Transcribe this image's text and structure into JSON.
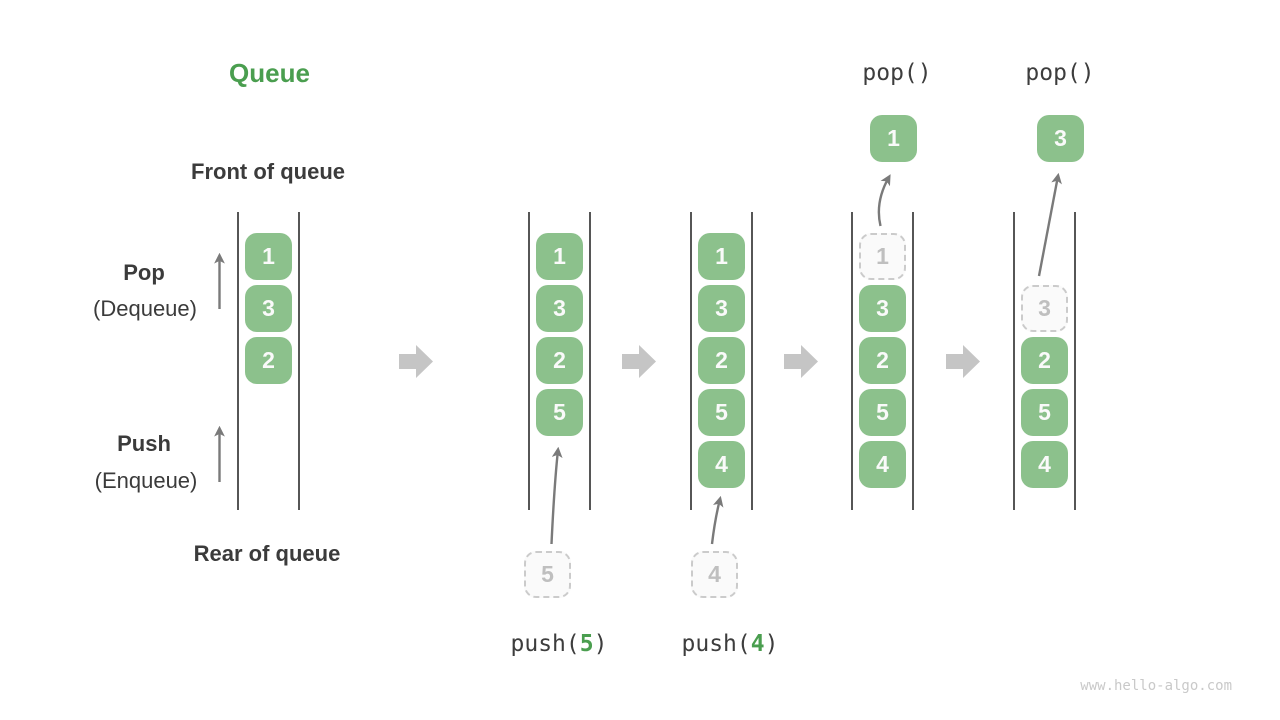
{
  "title": "Queue",
  "labels": {
    "front": "Front of queue",
    "rear": "Rear of queue",
    "pop_op": "Pop",
    "pop_sub": "(Dequeue)",
    "push_op": "Push",
    "push_sub": "(Enqueue)"
  },
  "states": [
    {
      "items": [
        "1",
        "3",
        "2"
      ]
    },
    {
      "items": [
        "1",
        "3",
        "2",
        "5"
      ],
      "incoming_value": "5",
      "op": {
        "prefix": "push(",
        "arg": "5",
        "suffix": ")"
      }
    },
    {
      "items": [
        "1",
        "3",
        "2",
        "5",
        "4"
      ],
      "incoming_value": "4",
      "op": {
        "prefix": "push(",
        "arg": "4",
        "suffix": ")"
      }
    },
    {
      "items": [
        "3",
        "2",
        "5",
        "4"
      ],
      "removed_value": "1",
      "popped_value": "1",
      "op_label": "pop()"
    },
    {
      "items": [
        "2",
        "5",
        "4"
      ],
      "removed_value": "3",
      "popped_value": "3",
      "op_label": "pop()"
    }
  ],
  "watermark": "www.hello-algo.com",
  "icons": {
    "step_arrow": "right-block-arrow",
    "push_direction": "up-arrow",
    "pop_direction": "up-arrow"
  },
  "colors": {
    "accent_green": "#4a9e4f",
    "box_green": "#8cc18c",
    "box_text": "#fafafa",
    "ghost_border": "#cbcbcb",
    "ghost_text": "#bfbfbf",
    "wall_gray": "#565656",
    "arrow_gray": "#7a7a7a",
    "block_arrow_gray": "#c5c5c5",
    "label_dark": "#3b3b3b",
    "watermark_gray": "#c9c9c9"
  }
}
